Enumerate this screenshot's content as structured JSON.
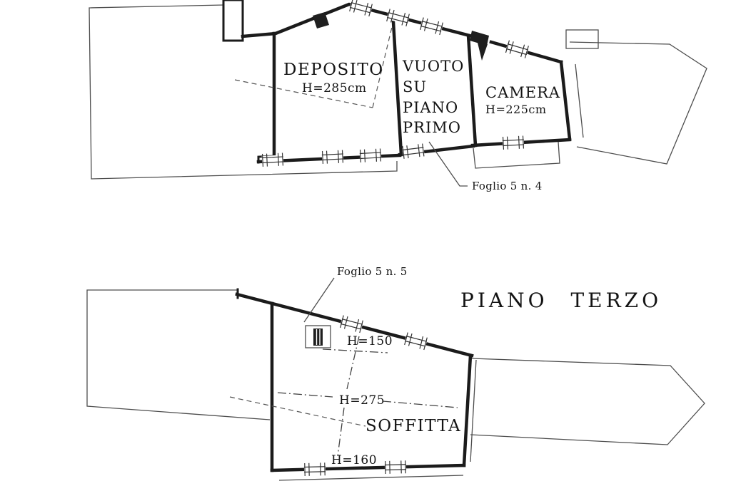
{
  "colors": {
    "paper": "#ffffff",
    "ink": "#1a1a1a"
  },
  "upper_plan": {
    "rooms": {
      "deposito": {
        "label": "DEPOSITO",
        "height": "H=285cm"
      },
      "vuoto": {
        "line1": "VUOTO",
        "line2": "SU",
        "line3": "PIANO",
        "line4": "PRIMO"
      },
      "camera": {
        "label": "CAMERA",
        "height": "H=225cm"
      }
    },
    "sheet_note": "Foglio 5 n. 4"
  },
  "lower_plan": {
    "floor_title": "PIANO TERZO",
    "sheet_note": "Foglio 5 n. 5",
    "room": {
      "label": "SOFFITTA"
    },
    "heights": {
      "upper": "H=150",
      "middle": "H=275",
      "lower": "H=160"
    }
  }
}
